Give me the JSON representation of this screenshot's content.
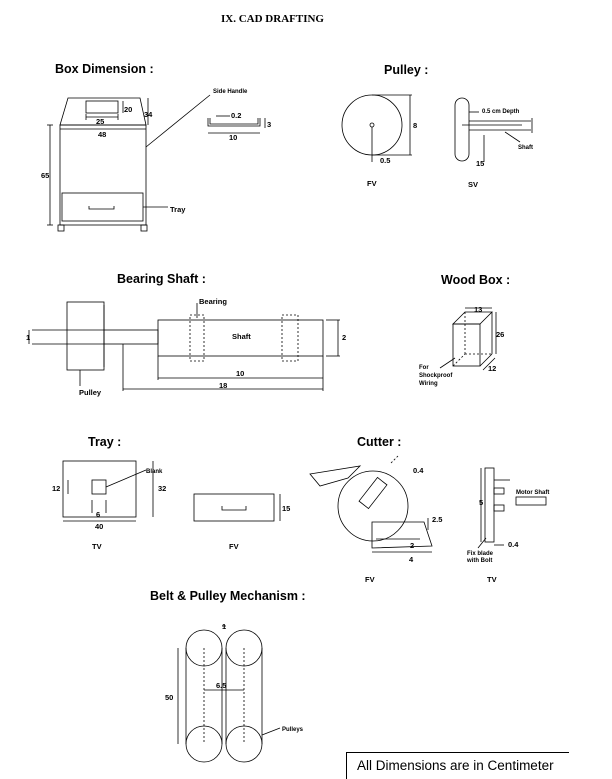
{
  "page_title": "IX.  CAD DRAFTING",
  "footer_note": "All Dimensions are in Centimeter",
  "box_dimension": {
    "title": "Box Dimension :",
    "dims": [
      "25",
      "20",
      "34",
      "48",
      "65"
    ],
    "labels": {
      "side_handle": "Side Handle",
      "tray": "Tray"
    },
    "handle_dims": [
      "0.2",
      "10",
      "3"
    ]
  },
  "pulley": {
    "title": "Pulley  :",
    "fv_dims": [
      "8",
      "0.5"
    ],
    "sv_dims": [
      "0.5 cm Depth",
      "15"
    ],
    "labels": {
      "shaft": "Shaft"
    },
    "views": [
      "FV",
      "SV"
    ]
  },
  "bearing_shaft": {
    "title": "Bearing Shaft :",
    "labels": {
      "bearing": "Bearing",
      "shaft": "Shaft",
      "pulley": "Pulley"
    },
    "dims": [
      "1",
      "2",
      "10",
      "18"
    ]
  },
  "wood_box": {
    "title": "Wood Box :",
    "dims": [
      "13",
      "26",
      "12"
    ],
    "note": [
      "For",
      "Shockproof",
      "Wiring"
    ]
  },
  "tray": {
    "title": "Tray  :",
    "labels": {
      "blank": "Blank"
    },
    "dims": [
      "12",
      "32",
      "6",
      "40",
      "15"
    ],
    "views": [
      "TV",
      "FV"
    ]
  },
  "cutter": {
    "title": "Cutter :",
    "dims": [
      "0.4",
      "2.5",
      "2",
      "4",
      "5",
      "0.4"
    ],
    "labels": {
      "motor_shaft": "Motor Shaft",
      "fix_blade": "Fix blade",
      "with_bolt": "with Bolt"
    },
    "views": [
      "FV",
      "TV"
    ]
  },
  "belt_pulley": {
    "title": "Belt & Pulley Mechanism :",
    "dims": [
      "1",
      "6.5",
      "50"
    ],
    "labels": {
      "pulleys": "Pulleys"
    }
  }
}
